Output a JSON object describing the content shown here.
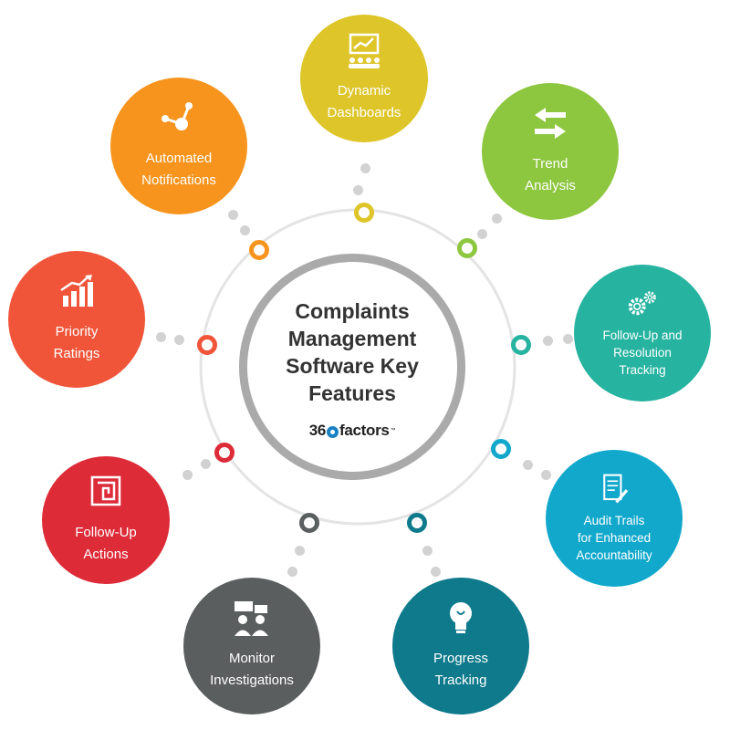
{
  "center": {
    "title": "Complaints\nManagement\nSoftware Key\nFeatures",
    "logo": {
      "text_number": "36",
      "text_word": "factors",
      "trademark": "™"
    }
  },
  "colors": {
    "ring": "#e4e4e4",
    "center_border": "#aaaaaa",
    "connector_dot": "#d2d2d2"
  },
  "features": [
    {
      "id": "dynamic-dashboards",
      "label": "Dynamic\nDashboards",
      "icon": "presentation-chart-icon",
      "color": "#dec52a"
    },
    {
      "id": "trend-analysis",
      "label": "Trend\nAnalysis",
      "icon": "swap-arrows-icon",
      "color": "#8dc63f"
    },
    {
      "id": "follow-up-resolution",
      "label": "Follow-Up and\nResolution\nTracking",
      "icon": "gears-icon",
      "color": "#26b3a0"
    },
    {
      "id": "audit-trails",
      "label": "Audit Trails\nfor Enhanced\nAccountability",
      "icon": "document-pen-icon",
      "color": "#12a8cc"
    },
    {
      "id": "progress-tracking",
      "label": "Progress\nTracking",
      "icon": "lightbulb-icon",
      "color": "#0e7a8c"
    },
    {
      "id": "monitor-investigations",
      "label": "Monitor\nInvestigations",
      "icon": "people-chat-icon",
      "color": "#5b5e5f"
    },
    {
      "id": "follow-up-actions",
      "label": "Follow-Up\nActions",
      "icon": "maze-icon",
      "color": "#dd2b38"
    },
    {
      "id": "priority-ratings",
      "label": "Priority\nRatings",
      "icon": "growth-chart-icon",
      "color": "#f0553a"
    },
    {
      "id": "automated-notifications",
      "label": "Automated\nNotifications",
      "icon": "share-nodes-icon",
      "color": "#f7941d"
    }
  ]
}
